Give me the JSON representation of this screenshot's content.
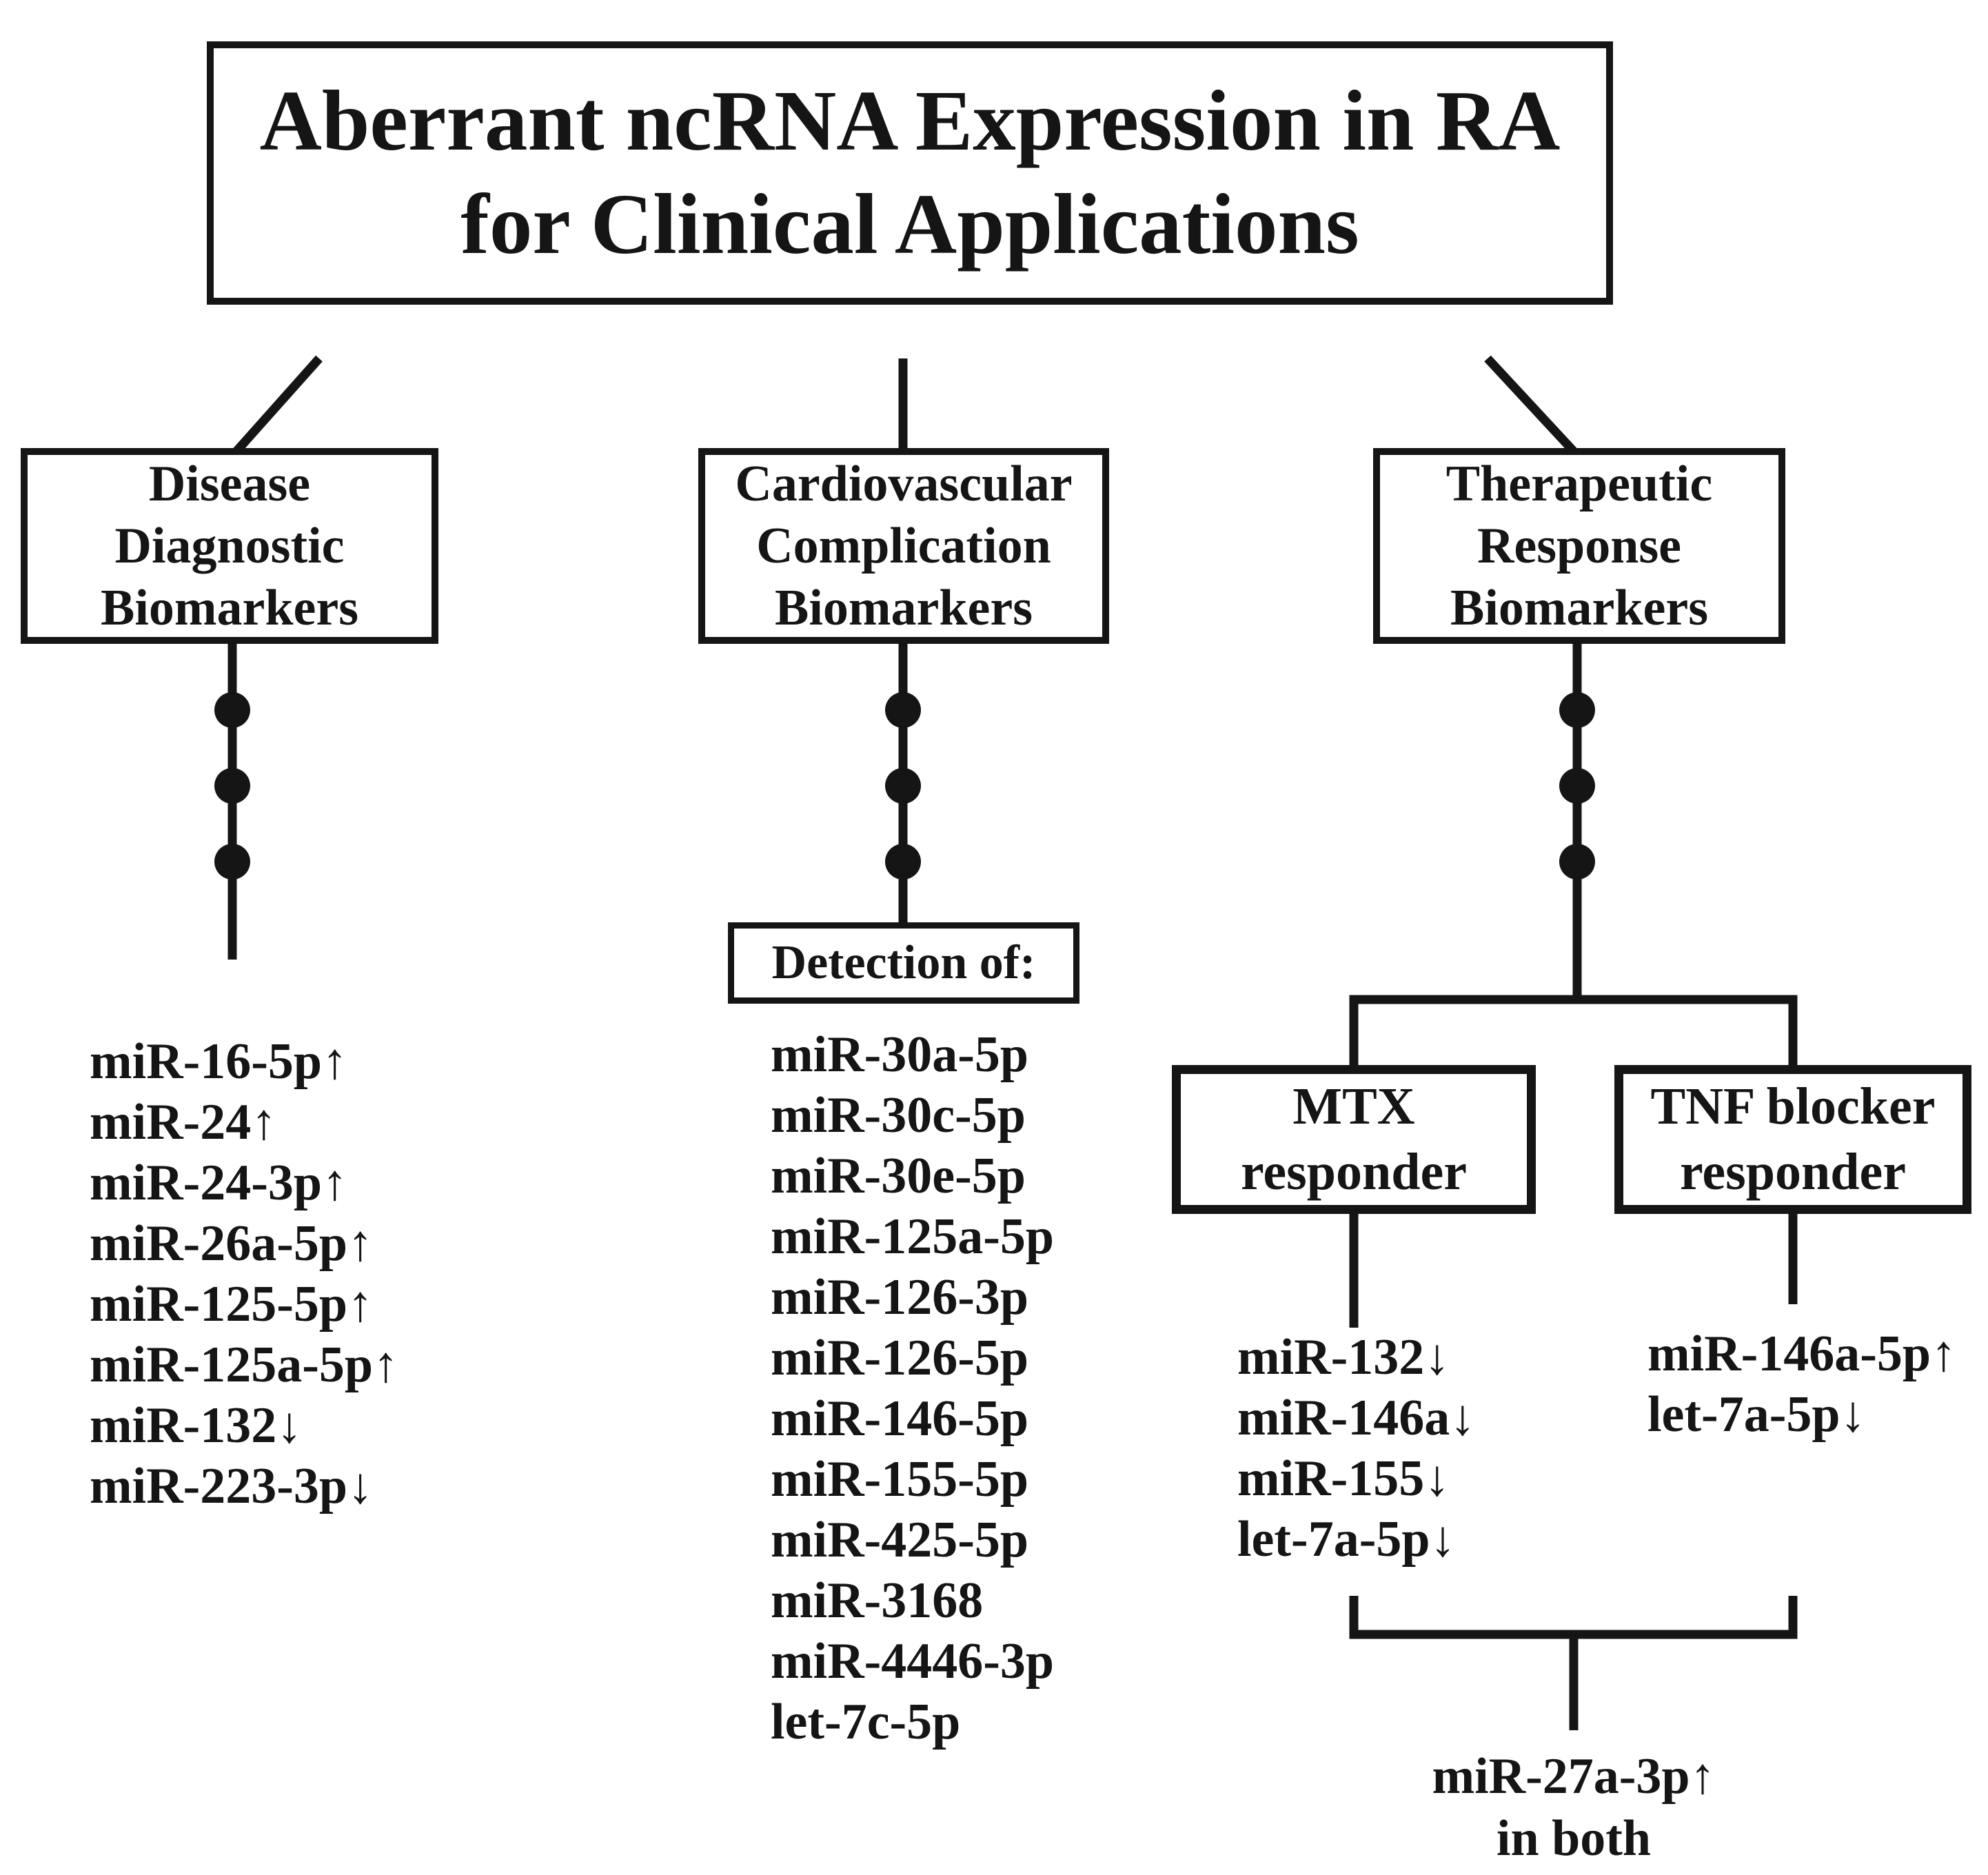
{
  "figure": {
    "title_line1": "Aberrant ncRNA Expression in RA",
    "title_line2": "for Clinical Applications"
  },
  "diagnostic": {
    "label_line1": "Disease",
    "label_line2": "Diagnostic",
    "label_line3": "Biomarkers",
    "items": [
      "miR-16-5p↑",
      "miR-24↑",
      "miR-24-3p↑",
      "miR-26a-5p↑",
      "miR-125-5p↑",
      "miR-125a-5p↑",
      "miR-132↓",
      "miR-223-3p↓"
    ]
  },
  "cardiovascular": {
    "label_line1": "Cardiovascular",
    "label_line2": "Complication",
    "label_line3": "Biomarkers",
    "detection_label": "Detection of:",
    "items": [
      "miR-30a-5p",
      "miR-30c-5p",
      "miR-30e-5p",
      "miR-125a-5p",
      "miR-126-3p",
      "miR-126-5p",
      "miR-146-5p",
      "miR-155-5p",
      "miR-425-5p",
      "miR-3168",
      "miR-4446-3p",
      "let-7c-5p"
    ]
  },
  "therapeutic": {
    "label_line1": "Therapeutic",
    "label_line2": "Response",
    "label_line3": "Biomarkers",
    "mtx": {
      "label_line1": "MTX",
      "label_line2": "responder",
      "items": [
        "miR-132↓",
        "miR-146a↓",
        "miR-155↓",
        "let-7a-5p↓"
      ]
    },
    "tnf": {
      "label_line1": "TNF blocker",
      "label_line2": "responder",
      "items": [
        "miR-146a-5p↑",
        "let-7a-5p↓"
      ]
    },
    "shared_line1": "miR-27a-3p↑",
    "shared_line2": "in both"
  },
  "colors": {
    "ink": "#151515",
    "background": "#ffffff"
  }
}
